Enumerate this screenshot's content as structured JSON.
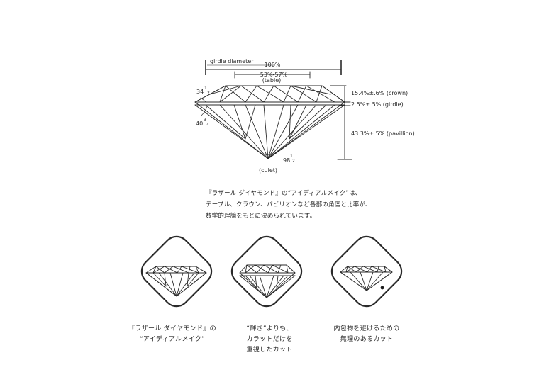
{
  "diagram": {
    "girdle_diameter_label": "girdle diameter",
    "girdle_percent": "100%",
    "table_range": "53%-57%",
    "table_label": "(table)",
    "crown_angle_main": "34",
    "crown_angle_frac_num": "1",
    "crown_angle_frac_den": "2",
    "pavilion_angle_main": "40",
    "pavilion_angle_frac_num": "3",
    "pavilion_angle_frac_den": "4",
    "culet_angle_main": "98",
    "culet_angle_frac_num": "1",
    "culet_angle_frac_den": "2",
    "culet_label": "(culet)",
    "crown_label": "15.4%±.6% (crown)",
    "girdle_label": "2.5%±.5% (girdle)",
    "pavilion_label": "43.3%±.5% (pavillion)"
  },
  "description": {
    "line1": "『ラザール ダイヤモンド』の“アイディアルメイク”は、",
    "line2": "テーブル、クラウン、パビリオンなど各部の角度と比率が、",
    "line3": "数学的理論をもとに決められています。"
  },
  "comparisons": [
    {
      "caption_lines": [
        "『ラザール ダイヤモンド』の",
        "“アイディアルメイク”"
      ]
    },
    {
      "caption_lines": [
        "“輝き”よりも、",
        "カラットだけを",
        "重視したカット"
      ]
    },
    {
      "caption_lines": [
        "内包物を避けるための",
        "無理のあるカット"
      ]
    }
  ]
}
